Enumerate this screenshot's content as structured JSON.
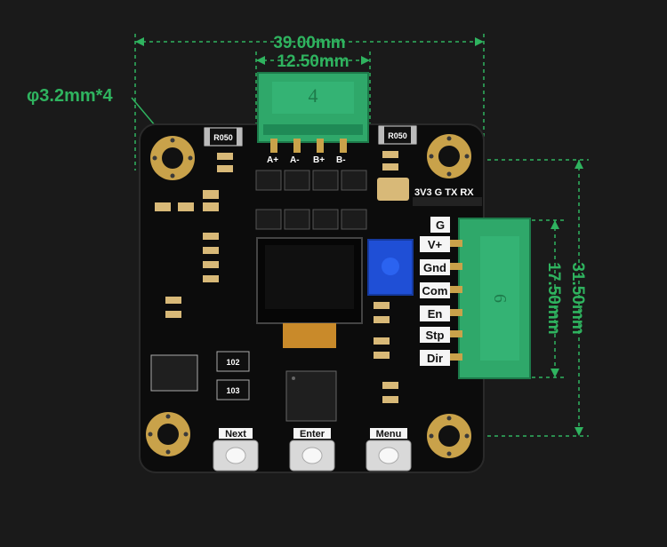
{
  "dimensions": {
    "width": "39.00mm",
    "connector_spacing": "12.50mm",
    "hole": "φ3.2mm*4",
    "height": "31.50mm",
    "side_connector": "17.50mm"
  },
  "top_connector": {
    "number": "4",
    "pins": [
      "A+",
      "A-",
      "B+",
      "B-"
    ]
  },
  "side_connector": {
    "number": "6"
  },
  "serial_header": {
    "label": "3V3 G TX RX"
  },
  "pin_labels": [
    "G",
    "V+",
    "Gnd",
    "Com",
    "En",
    "Stp",
    "Dir"
  ],
  "resistors": [
    "R050",
    "R050"
  ],
  "ic_labels": [
    "102",
    "103"
  ],
  "buttons": [
    {
      "label": "Next"
    },
    {
      "label": "Enter"
    },
    {
      "label": "Menu"
    }
  ],
  "colors": {
    "background": "#1a1a1a",
    "pcb": "#0c0c0c",
    "dimension_green": "#2fb35f",
    "connector_green": "#2fa86a",
    "mount_gold": "#c9a24a",
    "trimmer_blue": "#1f4fd6"
  }
}
